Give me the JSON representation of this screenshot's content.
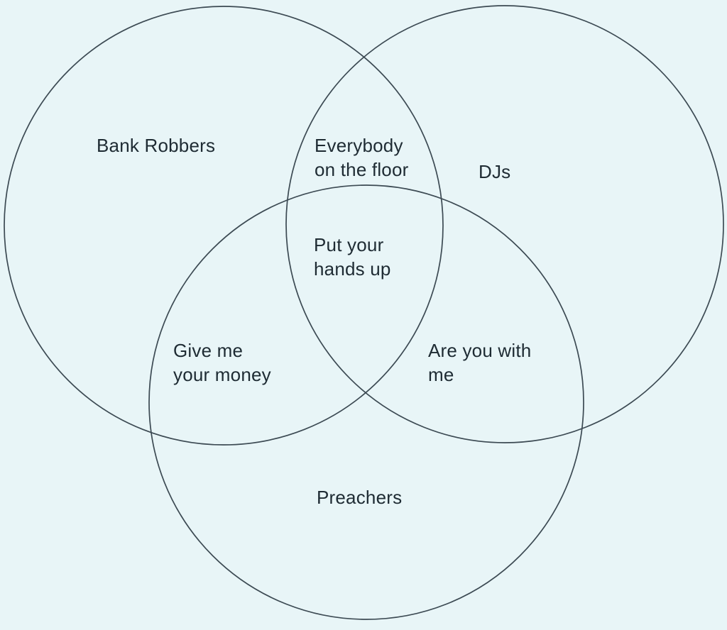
{
  "diagram": {
    "type": "venn",
    "title": "",
    "background_color": "#e8f5f7",
    "circle_stroke_color": "#3c4a53",
    "text_color": "#1e2b33",
    "sets": [
      {
        "id": "bank_robbers",
        "label": "Bank Robbers"
      },
      {
        "id": "djs",
        "label": "DJs"
      },
      {
        "id": "preachers",
        "label": "Preachers"
      }
    ],
    "regions": {
      "bank_robbers": "Bank Robbers",
      "djs": "DJs",
      "preachers": "Preachers",
      "bank_robbers_djs": "Everybody\non the floor",
      "bank_robbers_preachers": "Give me\nyour money",
      "djs_preachers": "Are you with\nme",
      "all_three": "Put your\nhands up"
    }
  }
}
